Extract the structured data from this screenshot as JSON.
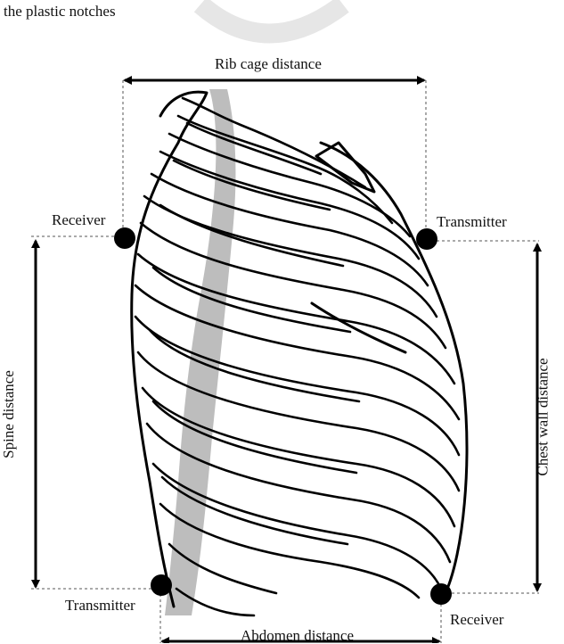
{
  "header_fragment": "the plastic notches",
  "labels": {
    "rib_cage": "Rib cage distance",
    "spine": "Spine distance",
    "chest_wall": "Chest wall distance",
    "abdomen": "Abdomen distance",
    "receiver_top_left": "Receiver",
    "transmitter_top_right": "Transmitter",
    "transmitter_bottom_left": "Transmitter",
    "receiver_bottom_right": "Receiver"
  }
}
